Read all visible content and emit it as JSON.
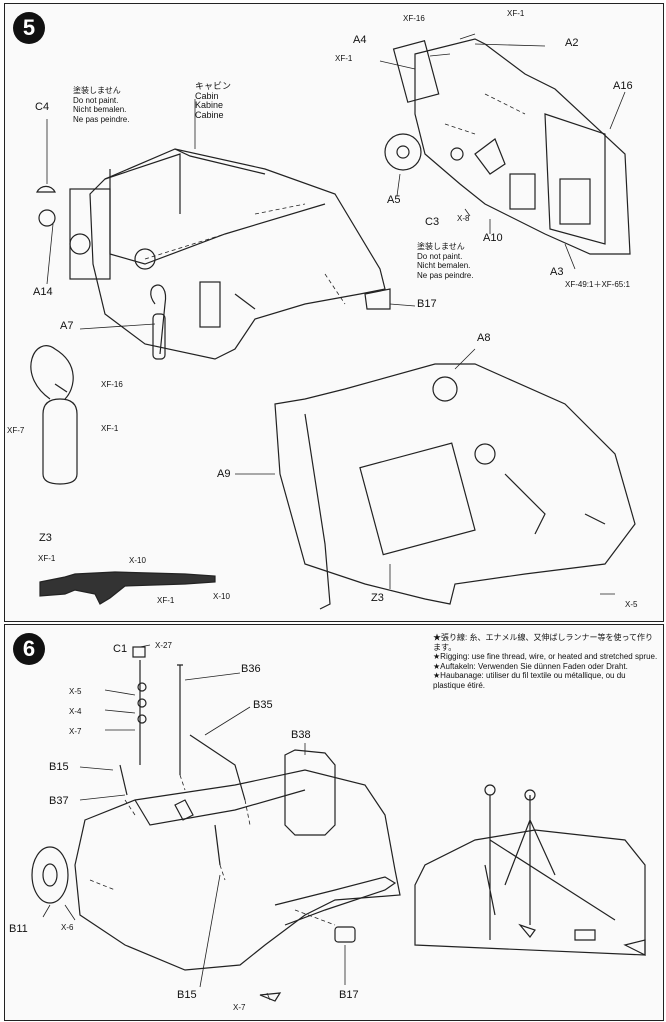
{
  "step5": {
    "number": "5",
    "labels": {
      "A4": "A4",
      "XF1_top": "XF-1",
      "XF16_top": "XF-16",
      "XF1_top2": "XF-1",
      "A2": "A2",
      "A16": "A16",
      "C4": "C4",
      "A14": "A14",
      "A5": "A5",
      "C3": "C3",
      "X8": "X-8",
      "A10": "A10",
      "A3": "A3",
      "A7": "A7",
      "B17": "B17",
      "A8": "A8",
      "A9": "A9",
      "Z3_top": "Z3",
      "Z3_bottom": "Z3",
      "XF16_ext": "XF-16",
      "XF7_ext": "XF-7",
      "XF1_ext": "XF-1",
      "XF1_rifle1": "XF-1",
      "X10_rifle1": "X-10",
      "XF1_rifle2": "XF-1",
      "X10_rifle2": "X-10",
      "X5": "X-5",
      "mix": "XF-49:1＋XF-65:1"
    },
    "cabin": {
      "jp": "キャビン",
      "en": "Cabin",
      "de": "Kabine",
      "fr": "Cabine"
    },
    "nopaint_c4": {
      "jp": "塗装しません",
      "en": "Do not paint.",
      "de": "Nicht bemalen.",
      "fr": "Ne pas peindre."
    },
    "nopaint_c3": {
      "jp": "塗装しません",
      "en": "Do not paint.",
      "de": "Nicht bemalen.",
      "fr": "Ne pas peindre."
    }
  },
  "step6": {
    "number": "6",
    "labels": {
      "C1": "C1",
      "X27": "X-27",
      "B36": "B36",
      "X5": "X-5",
      "X4": "X-4",
      "X7a": "X-7",
      "B35": "B35",
      "B38": "B38",
      "B15_top": "B15",
      "B37": "B37",
      "B11": "B11",
      "X6": "X-6",
      "B15_bottom": "B15",
      "X7b": "X-7",
      "B17": "B17"
    },
    "rigging": {
      "jp": "★張り線: 糸、エナメル線、又伸ばしランナー等を使って作ります。",
      "en": "★Rigging: use fine thread, wire, or heated and stretched sprue.",
      "de": "★Auftakeln: Verwenden Sie dünnen Faden oder Draht.",
      "fr": "★Haubanage: utiliser du fil textile ou métallique, ou du plastique étiré."
    }
  }
}
